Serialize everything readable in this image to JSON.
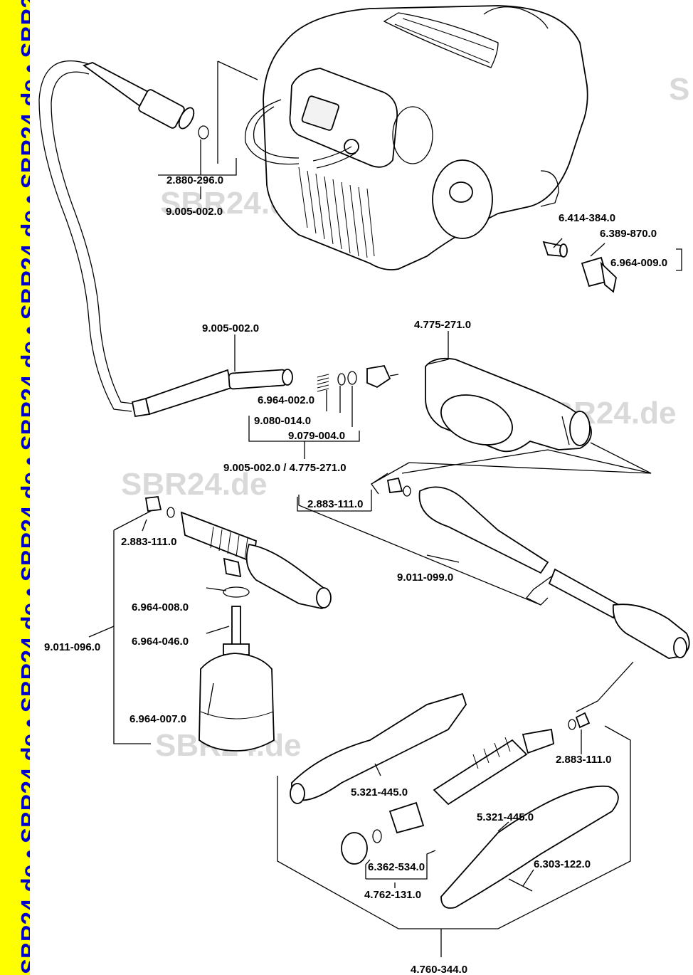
{
  "banner": {
    "text": "SBR24.de • SBR24.de • SBR24.de • SBR24.de • SBR24.de • SBR24.de • SBR24.de • SBR24.de",
    "background": "#ffff00",
    "text_color": "#0000cc"
  },
  "watermarks": [
    "SBR24.de",
    "SBR24.de",
    "SBR24.de",
    "SBR24.de",
    "S"
  ],
  "part_labels": {
    "hose_oring": "2.880-296.0",
    "hose_assembly_top": "9.005-002.0",
    "inlet_filter": "6.414-384.0",
    "coupling_nut": "6.389-870.0",
    "adapter": "6.964-009.0",
    "hose_assembly": "9.005-002.0",
    "trigger_gun": "4.775-271.0",
    "spring": "6.964-002.0",
    "valve_set": "9.080-014.0",
    "oring_set": "9.079-004.0",
    "hose_gun_assembly": "9.005-002.0 / 4.775-271.0",
    "nozzle_oring_lance": "2.883-111.0",
    "spray_lance": "9.011-099.0",
    "nozzle_oring_foam": "2.883-111.0",
    "foam_oring": "6.964-008.0",
    "suction_tube": "6.964-046.0",
    "foam_bottle": "6.964-007.0",
    "foam_nozzle": "9.011-096.0",
    "nozzle_oring_vario": "2.883-111.0",
    "lance_shell_left": "5.321-445.0",
    "lance_shell_right": "5.321-445.0",
    "screw": "6.303-122.0",
    "nozzle_oring_small": "6.362-534.0",
    "nozzle_insert": "4.762-131.0",
    "vario_lance": "4.760-344.0"
  }
}
